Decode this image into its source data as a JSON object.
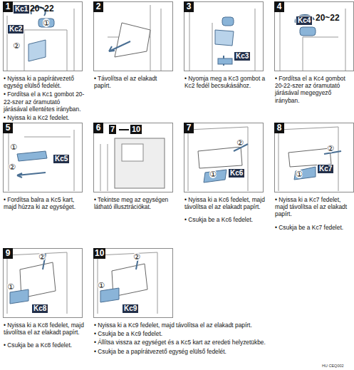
{
  "diagram": {
    "nodes": [
      {
        "text": [
          "1",
          "• Nyissa ki a papírátvezető egység elülső fedelét.",
          "• Fordítsa el a Kc1 gombot 20-22-szer az óramutató járásával ellentétes irányban.",
          "• Nyissa ki a Kc2 fedelet."
        ]
      },
      {
        "text": [
          "2",
          "• Távolítsa el az elakadt papírt."
        ]
      },
      {
        "text": [
          "3",
          "• Nyomja meg a Kc3 gombot a Kc2 fedél becsukásához."
        ]
      },
      {
        "text": [
          "4",
          "• Fordítsa el a Kc4 gombot 20-22-szer az óramutató járásával megegyező irányban."
        ]
      },
      {
        "text": [
          "5",
          "• Fordítsa balra a Kc5 kart, majd húzza ki az egységet."
        ]
      },
      {
        "text": [
          "6",
          "• Tekintse meg az egységen látható illusztrációkat."
        ]
      },
      {
        "text": [
          "7",
          "• Nyissa ki a Kc6 fedelet, majd távolítsa el az elakadt papírt.",
          "• Csukja be a Kc6 fedelet."
        ]
      },
      {
        "text": [
          "8",
          "• Nyissa ki a Kc7 fedelet, majd távolítsa el az elakadt papírt.",
          "• Csukja be a Kc7 fedelet."
        ]
      },
      {
        "text": [
          "9",
          "• Nyissa ki a Kc8 fedelet, majd távolítsa el az elakadt papírt.",
          "• Csukja be a Kc8 fedelet."
        ]
      },
      {
        "text": [
          "10",
          "• Nyissa ki a Kc9 fedelet, majd távolítsa el az elakadt papírt.",
          "• Csukja be a Kc9 fedelet.",
          "• Állítsa vissza az egységet és a Kc5 kart az eredeti helyzetükbe.",
          "• Csukja be a papírátvezető egység elülső fedelét."
        ]
      }
    ],
    "labels": [
      "Kc1",
      "20~22",
      "①",
      "Kc2",
      "②",
      "Kc3",
      "Kc4",
      "20~22",
      "①",
      "②",
      "Kc5",
      "7",
      "10",
      "②",
      "①",
      "Kc6",
      "②",
      "①",
      "Kc7",
      "②",
      "①",
      "Kc8",
      "②",
      "①",
      "Kc9",
      "HU CEQ002"
    ]
  }
}
